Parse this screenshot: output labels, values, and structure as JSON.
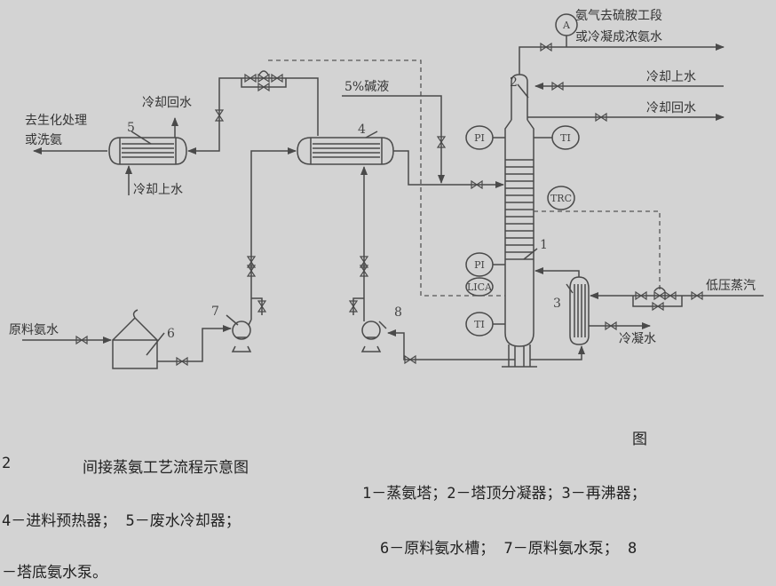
{
  "diagram": {
    "streams": {
      "ammonia_out_1": "氨气去硫胺工段",
      "ammonia_out_2": "或冷凝成浓氨水",
      "cooling_in_top": "冷却上水",
      "cooling_return_top": "冷却回水",
      "alkali": "5%碱液",
      "cooling_return_left": "冷却回水",
      "bio_1": "去生化处理",
      "bio_2": "或洗氨",
      "cooling_in_left": "冷却上水",
      "raw_feed": "原料氨水",
      "steam": "低压蒸汽",
      "condensate": "冷凝水"
    },
    "instruments": {
      "analyzer": "A",
      "pi_top": "PI",
      "ti_top": "TI",
      "trc": "TRC",
      "pi_bottom": "PI",
      "lica": "LICA",
      "ti_bottom": "TI"
    },
    "equipment_numbers": {
      "n1": "1",
      "n2": "2",
      "n3": "3",
      "n4": "4",
      "n5": "5",
      "n6": "6",
      "n7": "7",
      "n8": "8"
    }
  },
  "caption": {
    "fig_word": "图",
    "fig_number": "2",
    "title": "间接蒸氨工艺流程示意图",
    "legend_line1": "1－蒸氨塔；2－塔顶分凝器；3－再沸器；",
    "legend_line2": "4－进料预热器； 5－废水冷却器；",
    "legend_line3": "6－原料氨水槽； 7－原料氨水泵； 8",
    "legend_line4": "－塔底氨水泵。"
  }
}
